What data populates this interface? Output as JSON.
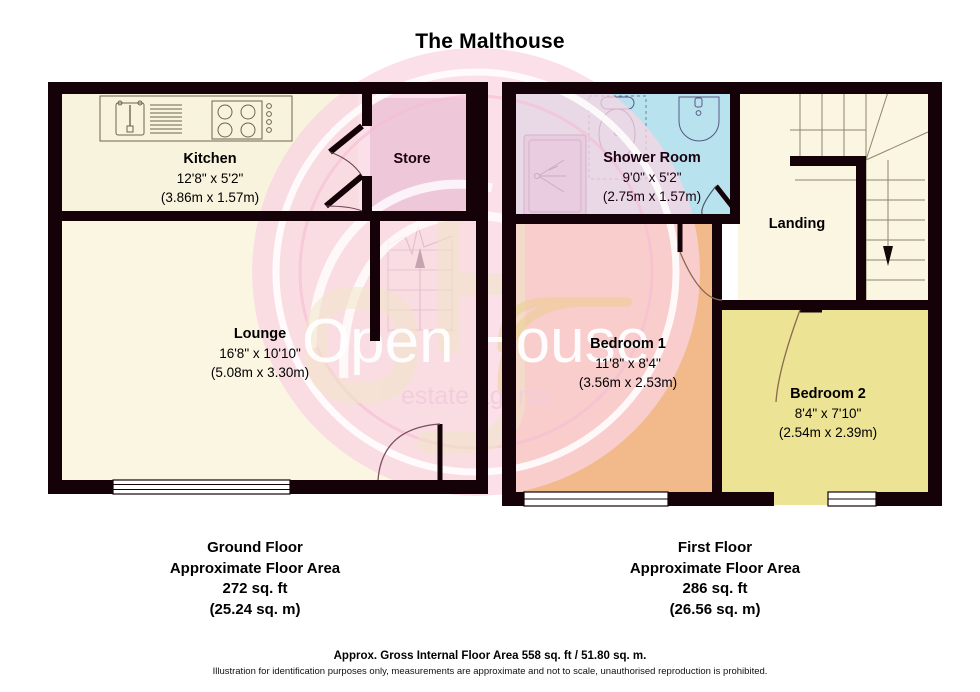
{
  "page": {
    "title": "The Malthouse",
    "background_color": "#ffffff"
  },
  "watermark": {
    "brand": "Open House",
    "tagline": "estate agents",
    "monogram": "OH",
    "color": "#f7cfdf"
  },
  "floors": [
    {
      "id": "ground",
      "caption_lines": [
        "Ground Floor",
        "Approximate Floor Area",
        "272 sq. ft",
        "(25.24 sq. m)"
      ],
      "area_sqft": "272 sq. ft",
      "area_sqm": "(25.24 sq. m)",
      "rooms": [
        {
          "key": "kitchen",
          "name": "Kitchen",
          "dim_imperial": "12'8\" x 5'2\"",
          "dim_metric": "(3.86m x 1.57m)",
          "fill": "#f8f3dd"
        },
        {
          "key": "store",
          "name": "Store",
          "dim_imperial": "",
          "dim_metric": "",
          "fill": "#c9a0c0"
        },
        {
          "key": "lounge",
          "name": "Lounge",
          "dim_imperial": "16'8\" x 10'10\"",
          "dim_metric": "(5.08m x 3.30m)",
          "fill": "#fbf6e2"
        }
      ]
    },
    {
      "id": "first",
      "caption_lines": [
        "First Floor",
        "Approximate Floor Area",
        "286 sq. ft",
        "(26.56 sq. m)"
      ],
      "area_sqft": "286 sq. ft",
      "area_sqm": "(26.56 sq. m)",
      "rooms": [
        {
          "key": "shower-room",
          "name": "Shower Room",
          "dim_imperial": "9'0\" x 5'2\"",
          "dim_metric": "(2.75m x 1.57m)",
          "fill": "#b9e2ef"
        },
        {
          "key": "landing",
          "name": "Landing",
          "dim_imperial": "",
          "dim_metric": "",
          "fill": "#fbf6e2"
        },
        {
          "key": "bedroom-1",
          "name": "Bedroom 1",
          "dim_imperial": "11'8\" x 8'4\"",
          "dim_metric": "(3.56m x 2.53m)",
          "fill": "#f2b98a"
        },
        {
          "key": "bedroom-2",
          "name": "Bedroom 2",
          "dim_imperial": "8'4\" x 7'10\"",
          "dim_metric": "(2.54m x 2.39m)",
          "fill": "#ede394"
        }
      ]
    }
  ],
  "fixtures": [
    {
      "name": "kitchen-sink",
      "room": "kitchen"
    },
    {
      "name": "kitchen-hob",
      "room": "kitchen"
    },
    {
      "name": "kitchen-worktop",
      "room": "kitchen"
    },
    {
      "name": "shower-tray",
      "room": "shower-room"
    },
    {
      "name": "wc-toilet",
      "room": "shower-room"
    },
    {
      "name": "wash-basin",
      "room": "shower-room"
    },
    {
      "name": "staircase-up",
      "room": "lounge"
    },
    {
      "name": "staircase-down",
      "room": "landing"
    }
  ],
  "footer": {
    "gross_area": "Approx. Gross Internal Floor Area 558 sq. ft / 51.80 sq. m.",
    "disclaimer": "Illustration for identification purposes only, measurements are approximate and not to scale, unauthorised reproduction is prohibited."
  }
}
